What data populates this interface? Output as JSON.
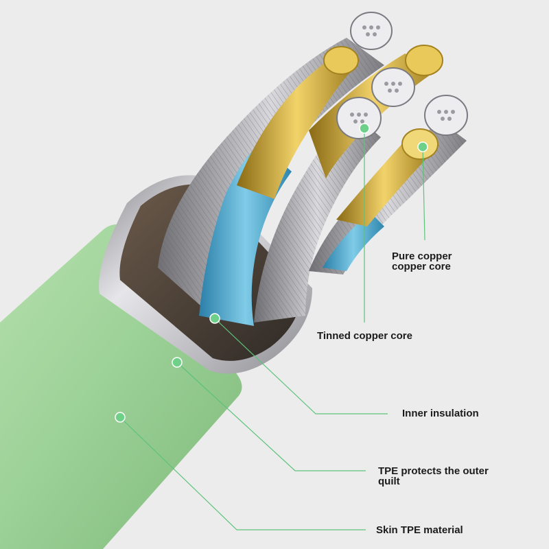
{
  "labels": {
    "pure_copper": "Pure copper\ncopper core",
    "tinned_copper": "Tinned copper core",
    "inner_insulation": "Inner insulation",
    "tpe_protects": "TPE protects the outer\nquilt",
    "skin_tpe": "Skin TPE material"
  },
  "colors": {
    "background": "#ececec",
    "outer_jacket": "#9fd39a",
    "metal_shell": "#c8c8cc",
    "blue_insulation": "#4aa6cf",
    "gold_copper": "#d8b038",
    "tinned_strands": "#a9a9ad",
    "callout_line": "#5cc37a",
    "callout_dot": "#6fd08a"
  }
}
